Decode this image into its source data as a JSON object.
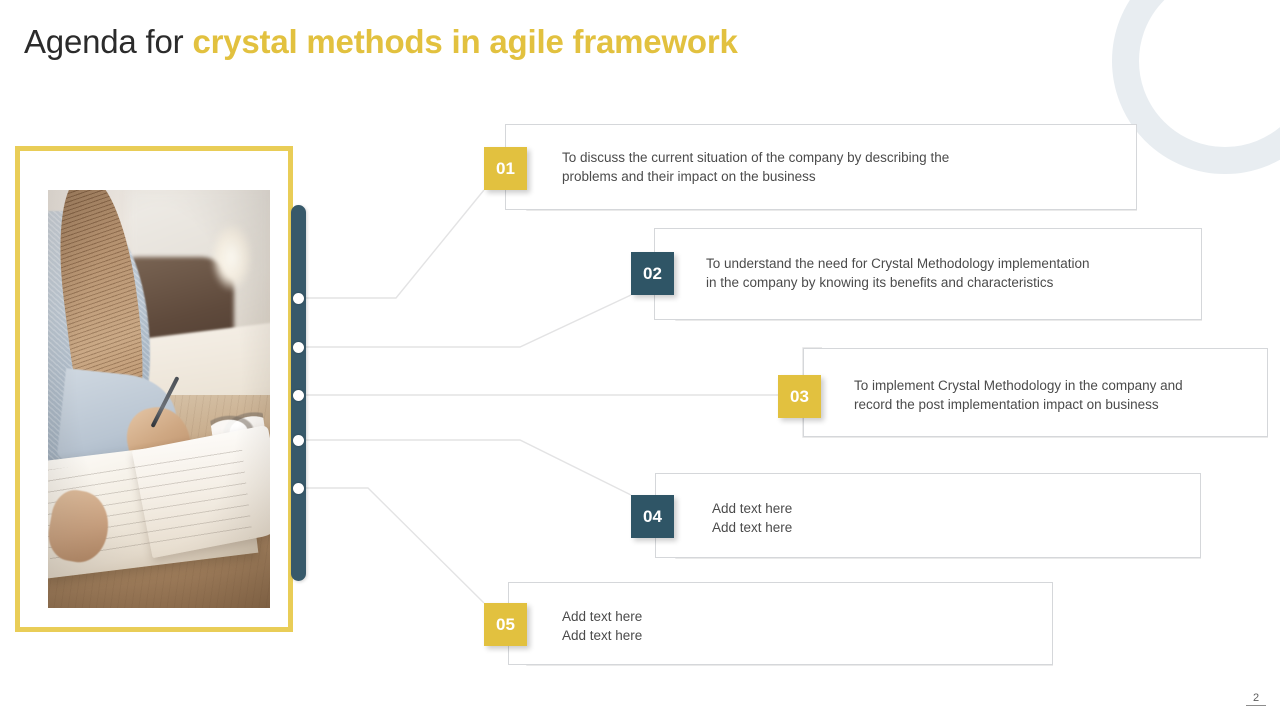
{
  "slide": {
    "title_plain": "Agenda for ",
    "title_accent": "crystal methods in agile framework",
    "page_number": "2",
    "colors": {
      "gold": "#e2c13f",
      "teal": "#2f5566",
      "rail_teal": "#37596a",
      "box_border": "#d5d7da",
      "body_text": "#4b4b4b",
      "title_dark": "#2b2b2b",
      "deco_ring": "#e8edf1",
      "photo_frame": "#e9cd57"
    }
  },
  "photo": {
    "alt": "Woman in light blue knit sweater writing with a pen in an open notebook on a wooden table, eyeglasses beside her"
  },
  "items": [
    {
      "number": "01",
      "style": "gold",
      "text": "To discuss the current situation of the company by describing the\nproblems and their impact on the business"
    },
    {
      "number": "02",
      "style": "teal",
      "text": "To understand the need for Crystal Methodology implementation\nin the company by knowing its benefits and characteristics"
    },
    {
      "number": "03",
      "style": "gold",
      "text": "To implement Crystal Methodology in the company and\nrecord the post implementation impact on business"
    },
    {
      "number": "04",
      "style": "teal",
      "text": "Add text here\nAdd text here"
    },
    {
      "number": "05",
      "style": "gold",
      "text": "Add text here\nAdd text here"
    }
  ]
}
